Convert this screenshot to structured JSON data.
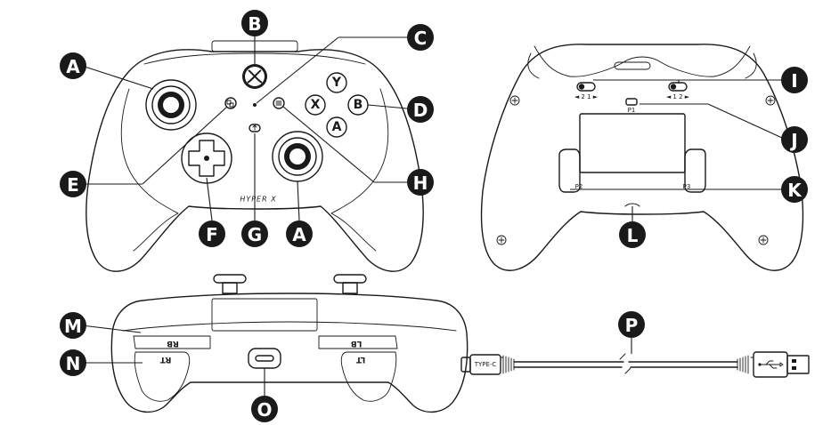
{
  "callouts": {
    "A": "A",
    "B": "B",
    "C": "C",
    "D": "D",
    "E": "E",
    "F": "F",
    "G": "G",
    "H": "H",
    "I": "I",
    "J": "J",
    "K": "K",
    "L": "L",
    "M": "M",
    "N": "N",
    "O": "O",
    "P": "P"
  },
  "face_buttons": {
    "y": "Y",
    "x": "X",
    "b": "B",
    "a": "A"
  },
  "brand_logo_text": "HYPER X",
  "back_labels": {
    "left_switch": "◄ 2   1 ►",
    "right_switch": "◄ 1   2 ►",
    "p1": "P1",
    "p2": "P2",
    "p3": "P3"
  },
  "top_labels": {
    "rb": "RB",
    "lb": "LB",
    "rt": "RT",
    "lt": "LT"
  },
  "cable_label": "TYPE-C",
  "colors": {
    "line": "#1a1a1a",
    "badge_fill": "#1a1a1a",
    "badge_text": "#ffffff",
    "background": "#ffffff"
  }
}
